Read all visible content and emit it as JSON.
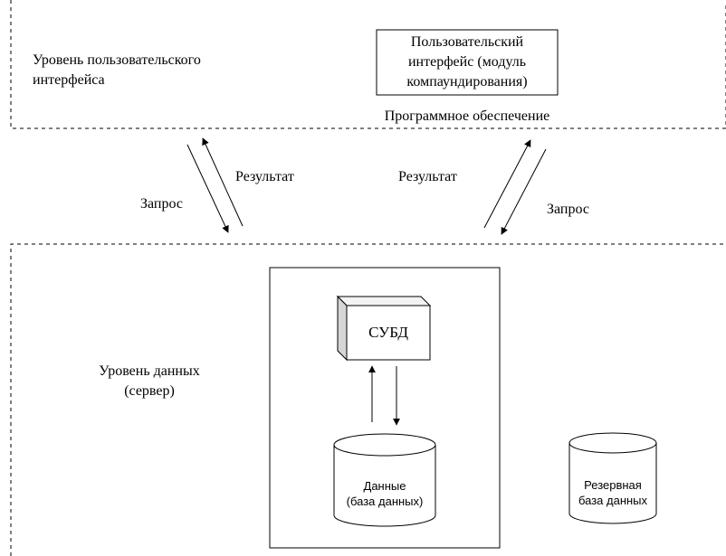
{
  "ui_level": {
    "label_lines": [
      "Уровень пользовательского",
      "интерфейса"
    ],
    "ui_box_lines": [
      "Пользовательский",
      "интерфейс (модуль",
      "компаундирования)"
    ],
    "software": "Программное обеспечение"
  },
  "arrows": {
    "left_result": "Результат",
    "left_request": "Запрос",
    "right_result": "Результат",
    "right_request": "Запрос"
  },
  "data_level": {
    "label_lines": [
      "Уровень данных",
      "(сервер)"
    ],
    "dbms": "СУБД",
    "data_db_lines": [
      "Данные",
      "(база данных)"
    ],
    "backup_db_lines": [
      "Резервная",
      "база данных"
    ]
  }
}
